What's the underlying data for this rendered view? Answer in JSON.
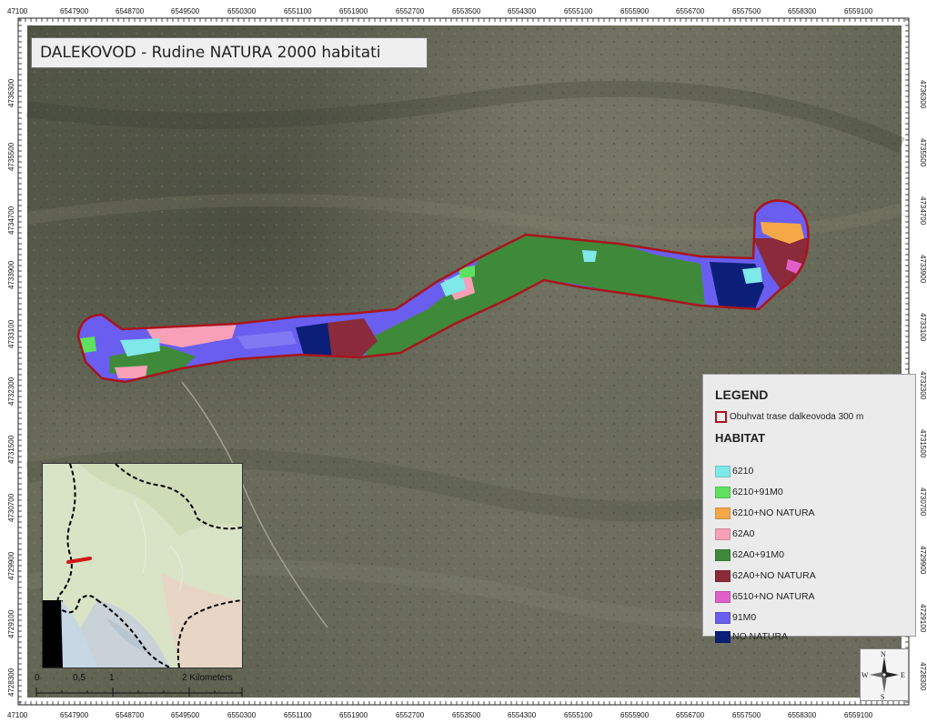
{
  "title": "DALEKOVOD - Rudine NATURA 2000 habitati",
  "frame": {
    "top_labels": [
      "47100",
      "6547900",
      "6548700",
      "6549500",
      "6550300",
      "6551100",
      "6551900",
      "6552700",
      "6553500",
      "6554300",
      "6555100",
      "6555900",
      "6556700",
      "6557500",
      "6558300",
      "6559100"
    ],
    "bottom_labels": [
      "47100",
      "6547900",
      "6548700",
      "6549500",
      "6550300",
      "6551100",
      "6551900",
      "6552700",
      "6553500",
      "6554300",
      "6555100",
      "6555900",
      "6556700",
      "6557500",
      "6558300",
      "6559100"
    ],
    "left_labels": [
      "4736300",
      "4735500",
      "4734700",
      "4733900",
      "4733100",
      "4732300",
      "4731500",
      "4730700",
      "4729900",
      "4729100",
      "4728300"
    ],
    "right_labels": [
      "4736300",
      "4735500",
      "4734700",
      "4733900",
      "4733100",
      "4732300",
      "4731500",
      "4730700",
      "4729900",
      "4729100",
      "4728300"
    ]
  },
  "legend": {
    "title": "LEGEND",
    "route_label": "Obuhvat trase dalkeovoda 300 m",
    "route_color": "#a8151c",
    "subtitle": "HABITAT",
    "items": [
      {
        "label": "6210",
        "color": "#7fe8e8"
      },
      {
        "label": "6210+91M0",
        "color": "#5fe05f"
      },
      {
        "label": "6210+NO NATURA",
        "color": "#f5a848"
      },
      {
        "label": "62A0",
        "color": "#f7a0b8"
      },
      {
        "label": "62A0+91M0",
        "color": "#3f8a3a"
      },
      {
        "label": "62A0+NO NATURA",
        "color": "#8b2a3a"
      },
      {
        "label": "6510+NO NATURA",
        "color": "#e060c8"
      },
      {
        "label": "91M0",
        "color": "#6a5ef0"
      },
      {
        "label": "NO NATURA",
        "color": "#0c1f78"
      }
    ]
  },
  "scale_bar": {
    "labels": [
      "0",
      "0,5",
      "1",
      "2 Kilometers"
    ]
  },
  "north_arrow": {
    "n": "N",
    "s": "S",
    "e": "E",
    "w": "W"
  }
}
